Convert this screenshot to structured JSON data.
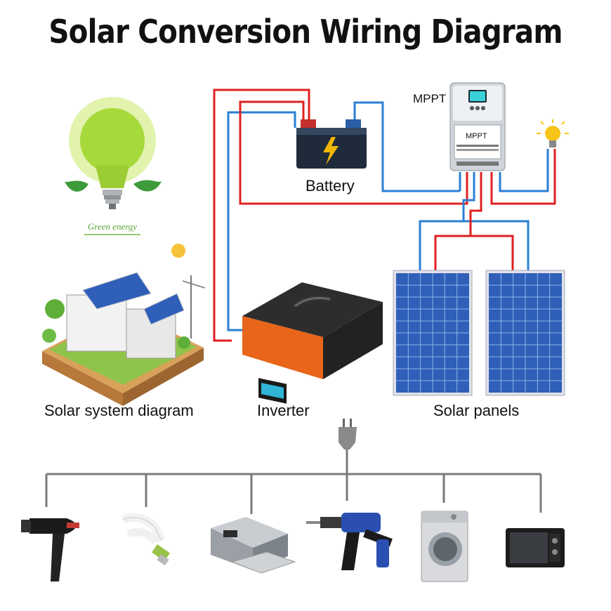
{
  "title": "Solar Conversion Wiring Diagram",
  "labels": {
    "battery": "Battery",
    "mppt": "MPPT",
    "mppt_device_label": "MPPT",
    "solar_system_diagram": "Solar system diagram",
    "inverter": "Inverter",
    "solar_panels": "Solar panels",
    "green_energy": "Green energy"
  },
  "colors": {
    "positive_wire": "#e02020",
    "negative_wire": "#2a7fd4",
    "bus_line": "#7a7a7a",
    "panel_cell": "#2f5fb8",
    "inverter_accent": "#f06a10"
  },
  "appliances": [
    "hair-dryer",
    "cfl-bulb",
    "printer",
    "power-drill",
    "washing-machine",
    "microwave-oven"
  ]
}
